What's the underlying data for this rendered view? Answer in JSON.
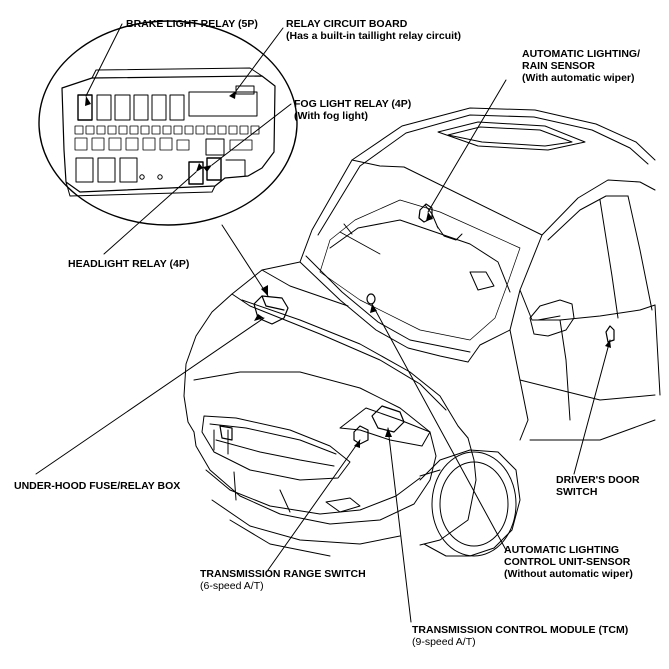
{
  "labels": {
    "brake_light_relay": "BRAKE LIGHT RELAY (5P)",
    "relay_circuit_board": "RELAY CIRCUIT BOARD",
    "relay_circuit_board_note": "(Has a built-in taillight relay circuit)",
    "fog_light_relay": "FOG LIGHT RELAY (4P)",
    "fog_light_relay_note": "(With fog light)",
    "headlight_relay": "HEADLIGHT RELAY (4P)",
    "auto_lighting_sensor_1": "AUTOMATIC LIGHTING/",
    "auto_lighting_sensor_2": "RAIN SENSOR",
    "auto_lighting_sensor_note": "(With automatic wiper)",
    "under_hood_box": "UNDER-HOOD FUSE/RELAY BOX",
    "drivers_door_switch_1": "DRIVER'S DOOR",
    "drivers_door_switch_2": "SWITCH",
    "auto_lighting_control_1": "AUTOMATIC LIGHTING",
    "auto_lighting_control_2": "CONTROL UNIT-SENSOR",
    "auto_lighting_control_note": "(Without automatic wiper)",
    "trans_range_switch": "TRANSMISSION RANGE SWITCH",
    "trans_range_switch_note": "(6-speed A/T)",
    "tcm": "TRANSMISSION CONTROL MODULE (TCM)",
    "tcm_note": "(9-speed A/T)"
  }
}
